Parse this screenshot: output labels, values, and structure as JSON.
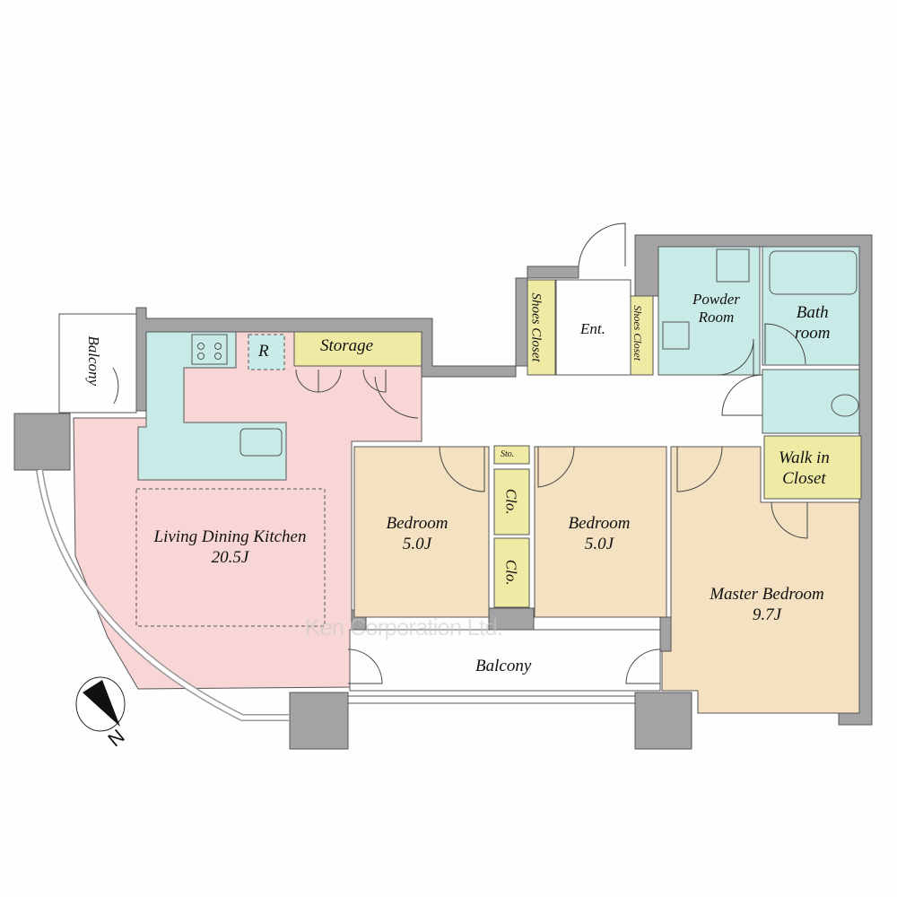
{
  "rooms": {
    "balcony_left": "Balcony",
    "refrigerator": "R",
    "storage": "Storage",
    "shoes_closet_left": "Shoes Closet",
    "entrance": "Ent.",
    "shoes_closet_right": "Shoes Closet",
    "powder_room": [
      "Powder",
      "Room"
    ],
    "bathroom": [
      "Bath",
      "room"
    ],
    "walk_in_closet": [
      "Walk in",
      "Closet"
    ],
    "sto": "Sto.",
    "clo_upper": "Clo.",
    "clo_lower": "Clo.",
    "ldk": {
      "name": "Living Dining Kitchen",
      "size": "20.5J"
    },
    "bedroom_1": {
      "name": "Bedroom",
      "size": "5.0J"
    },
    "bedroom_2": {
      "name": "Bedroom",
      "size": "5.0J"
    },
    "master_bedroom": {
      "name": "Master Bedroom",
      "size": "9.7J"
    },
    "balcony_bottom": "Balcony"
  },
  "compass": {
    "label": "N"
  },
  "watermark": "Ken Corporation Ltd.",
  "colors": {
    "ldk": "#f8d6d6",
    "wet": "#c9ebe8",
    "storage": "#f0eba4",
    "bedroom": "#f3e1c1",
    "wall": "#a3a3a3"
  }
}
